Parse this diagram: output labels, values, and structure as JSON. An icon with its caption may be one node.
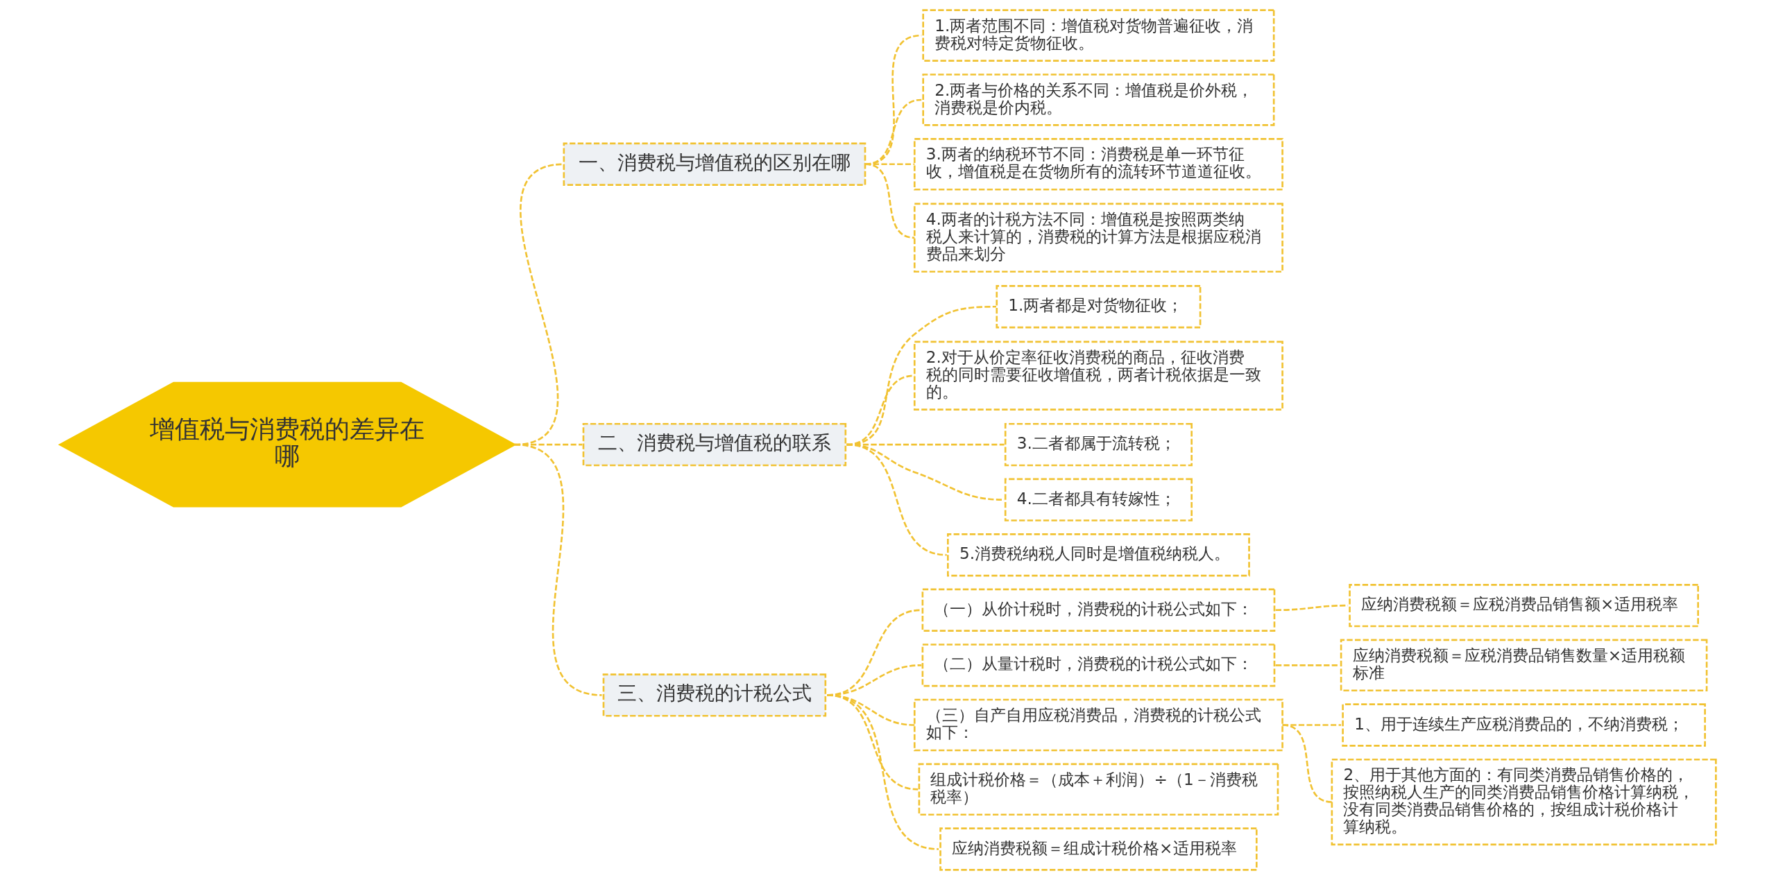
{
  "diagram": {
    "nodes": [
      {
        "text": [
          "增值税与消费税的差异在哪"
        ]
      },
      {
        "text": [
          "一、消费税与增值税的区别在哪"
        ]
      },
      {
        "text": [
          "1.两者范围不同：增值税对货物普遍征收，消费税对特定货物征收。"
        ]
      },
      {
        "text": [
          "2.两者与价格的关系不同：增值税是价外税，消费税是价内税。"
        ]
      },
      {
        "text": [
          "3.两者的纳税环节不同：消费税是单一环节征收，增值税是在货物所有的流转环节道道征收。"
        ]
      },
      {
        "text": [
          "4.两者的计税方法不同：增值税是按照两类纳税人来计算的，消费税的计算方法是根据应税消费品来划分"
        ]
      },
      {
        "text": [
          "二、消费税与增值税的联系"
        ]
      },
      {
        "text": [
          "1.两者都是对货物征收；"
        ]
      },
      {
        "text": [
          "2.对于从价定率征收消费税的商品，征收消费税的同时需要征收增值税，两者计税依据是一致的。"
        ]
      },
      {
        "text": [
          "3.二者都属于流转税；"
        ]
      },
      {
        "text": [
          "4.二者都具有转嫁性；"
        ]
      },
      {
        "text": [
          "5.消费税纳税人同时是增值税纳税人。"
        ]
      },
      {
        "text": [
          "三、消费税的计税公式"
        ]
      },
      {
        "text": [
          "（一）从价计税时，消费税的计税公式如下："
        ]
      },
      {
        "text": [
          "应纳消费税额＝应税消费品销售额×适用税率"
        ]
      },
      {
        "text": [
          "（二）从量计税时，消费税的计税公式如下："
        ]
      },
      {
        "text": [
          "应纳消费税额＝应税消费品销售数量×适用税额标准"
        ]
      },
      {
        "text": [
          "（三）自产自用应税消费品，消费税的计税公式如下："
        ]
      },
      {
        "text": [
          "1、用于连续生产应税消费品的，不纳消费税；"
        ]
      },
      {
        "text": [
          "2、用于其他方面的：有同类消费品销售价格的，按照纳税人生产的同类消费品销售价格计算纳税，没有同类消费品销售价格的，按组成计税价格计算纳税。"
        ]
      },
      {
        "text": [
          "组成计税价格＝（成本＋利润）÷（1－消费税税率）"
        ]
      },
      {
        "text": [
          "应纳消费税额＝组成计税价格×适用税率"
        ]
      }
    ],
    "edges": [
      {
        "from": 0,
        "to": 1,
        "arrow": "none",
        "style": "dashed"
      },
      {
        "from": 1,
        "to": 2,
        "arrow": "none",
        "style": "dashed"
      },
      {
        "from": 1,
        "to": 3,
        "arrow": "none",
        "style": "dashed"
      },
      {
        "from": 1,
        "to": 4,
        "arrow": "none",
        "style": "dashed"
      },
      {
        "from": 1,
        "to": 5,
        "arrow": "none",
        "style": "dashed"
      },
      {
        "from": 0,
        "to": 6,
        "arrow": "none",
        "style": "dashed"
      },
      {
        "from": 6,
        "to": 7,
        "arrow": "none",
        "style": "dashed"
      },
      {
        "from": 6,
        "to": 8,
        "arrow": "none",
        "style": "dashed"
      },
      {
        "from": 6,
        "to": 9,
        "arrow": "none",
        "style": "dashed"
      },
      {
        "from": 6,
        "to": 10,
        "arrow": "none",
        "style": "dashed"
      },
      {
        "from": 6,
        "to": 11,
        "arrow": "none",
        "style": "dashed"
      },
      {
        "from": 0,
        "to": 12,
        "arrow": "none",
        "style": "dashed"
      },
      {
        "from": 12,
        "to": 13,
        "arrow": "none",
        "style": "dashed"
      },
      {
        "from": 13,
        "to": 14,
        "arrow": "none",
        "style": "dashed"
      },
      {
        "from": 12,
        "to": 15,
        "arrow": "none",
        "style": "dashed"
      },
      {
        "from": 15,
        "to": 16,
        "arrow": "none",
        "style": "dashed"
      },
      {
        "from": 12,
        "to": 17,
        "arrow": "none",
        "style": "dashed"
      },
      {
        "from": 17,
        "to": 18,
        "arrow": "none",
        "style": "dashed"
      },
      {
        "from": 17,
        "to": 19,
        "arrow": "none",
        "style": "dashed"
      },
      {
        "from": 12,
        "to": 20,
        "arrow": "none",
        "style": "dashed"
      },
      {
        "from": 12,
        "to": 21,
        "arrow": "none",
        "style": "dashed"
      }
    ]
  }
}
